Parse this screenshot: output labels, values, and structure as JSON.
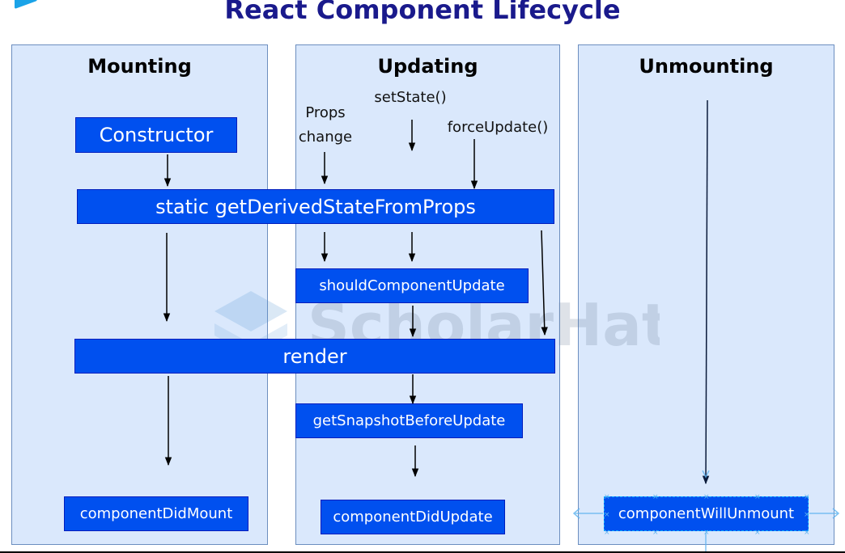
{
  "title": "React Component Lifecycle",
  "panels": {
    "mounting": "Mounting",
    "updating": "Updating",
    "unmounting": "Unmounting"
  },
  "triggers": {
    "props_change": "Props\nchange",
    "set_state": "setState()",
    "force_update": "forceUpdate()"
  },
  "boxes": {
    "constructor": "Constructor",
    "get_derived": "static getDerivedStateFromProps",
    "should_update": "shouldComponentUpdate",
    "render": "render",
    "snapshot": "getSnapshotBeforeUpdate",
    "did_mount": "componentDidMount",
    "did_update": "componentDidUpdate",
    "will_unmount": "componentWillUnmount"
  },
  "watermark": "ScholarHat",
  "colors": {
    "panel_fill": "#dae8fc",
    "panel_stroke": "#6c8ebf",
    "box_fill": "#0050ef",
    "title": "#1a1a8c"
  }
}
